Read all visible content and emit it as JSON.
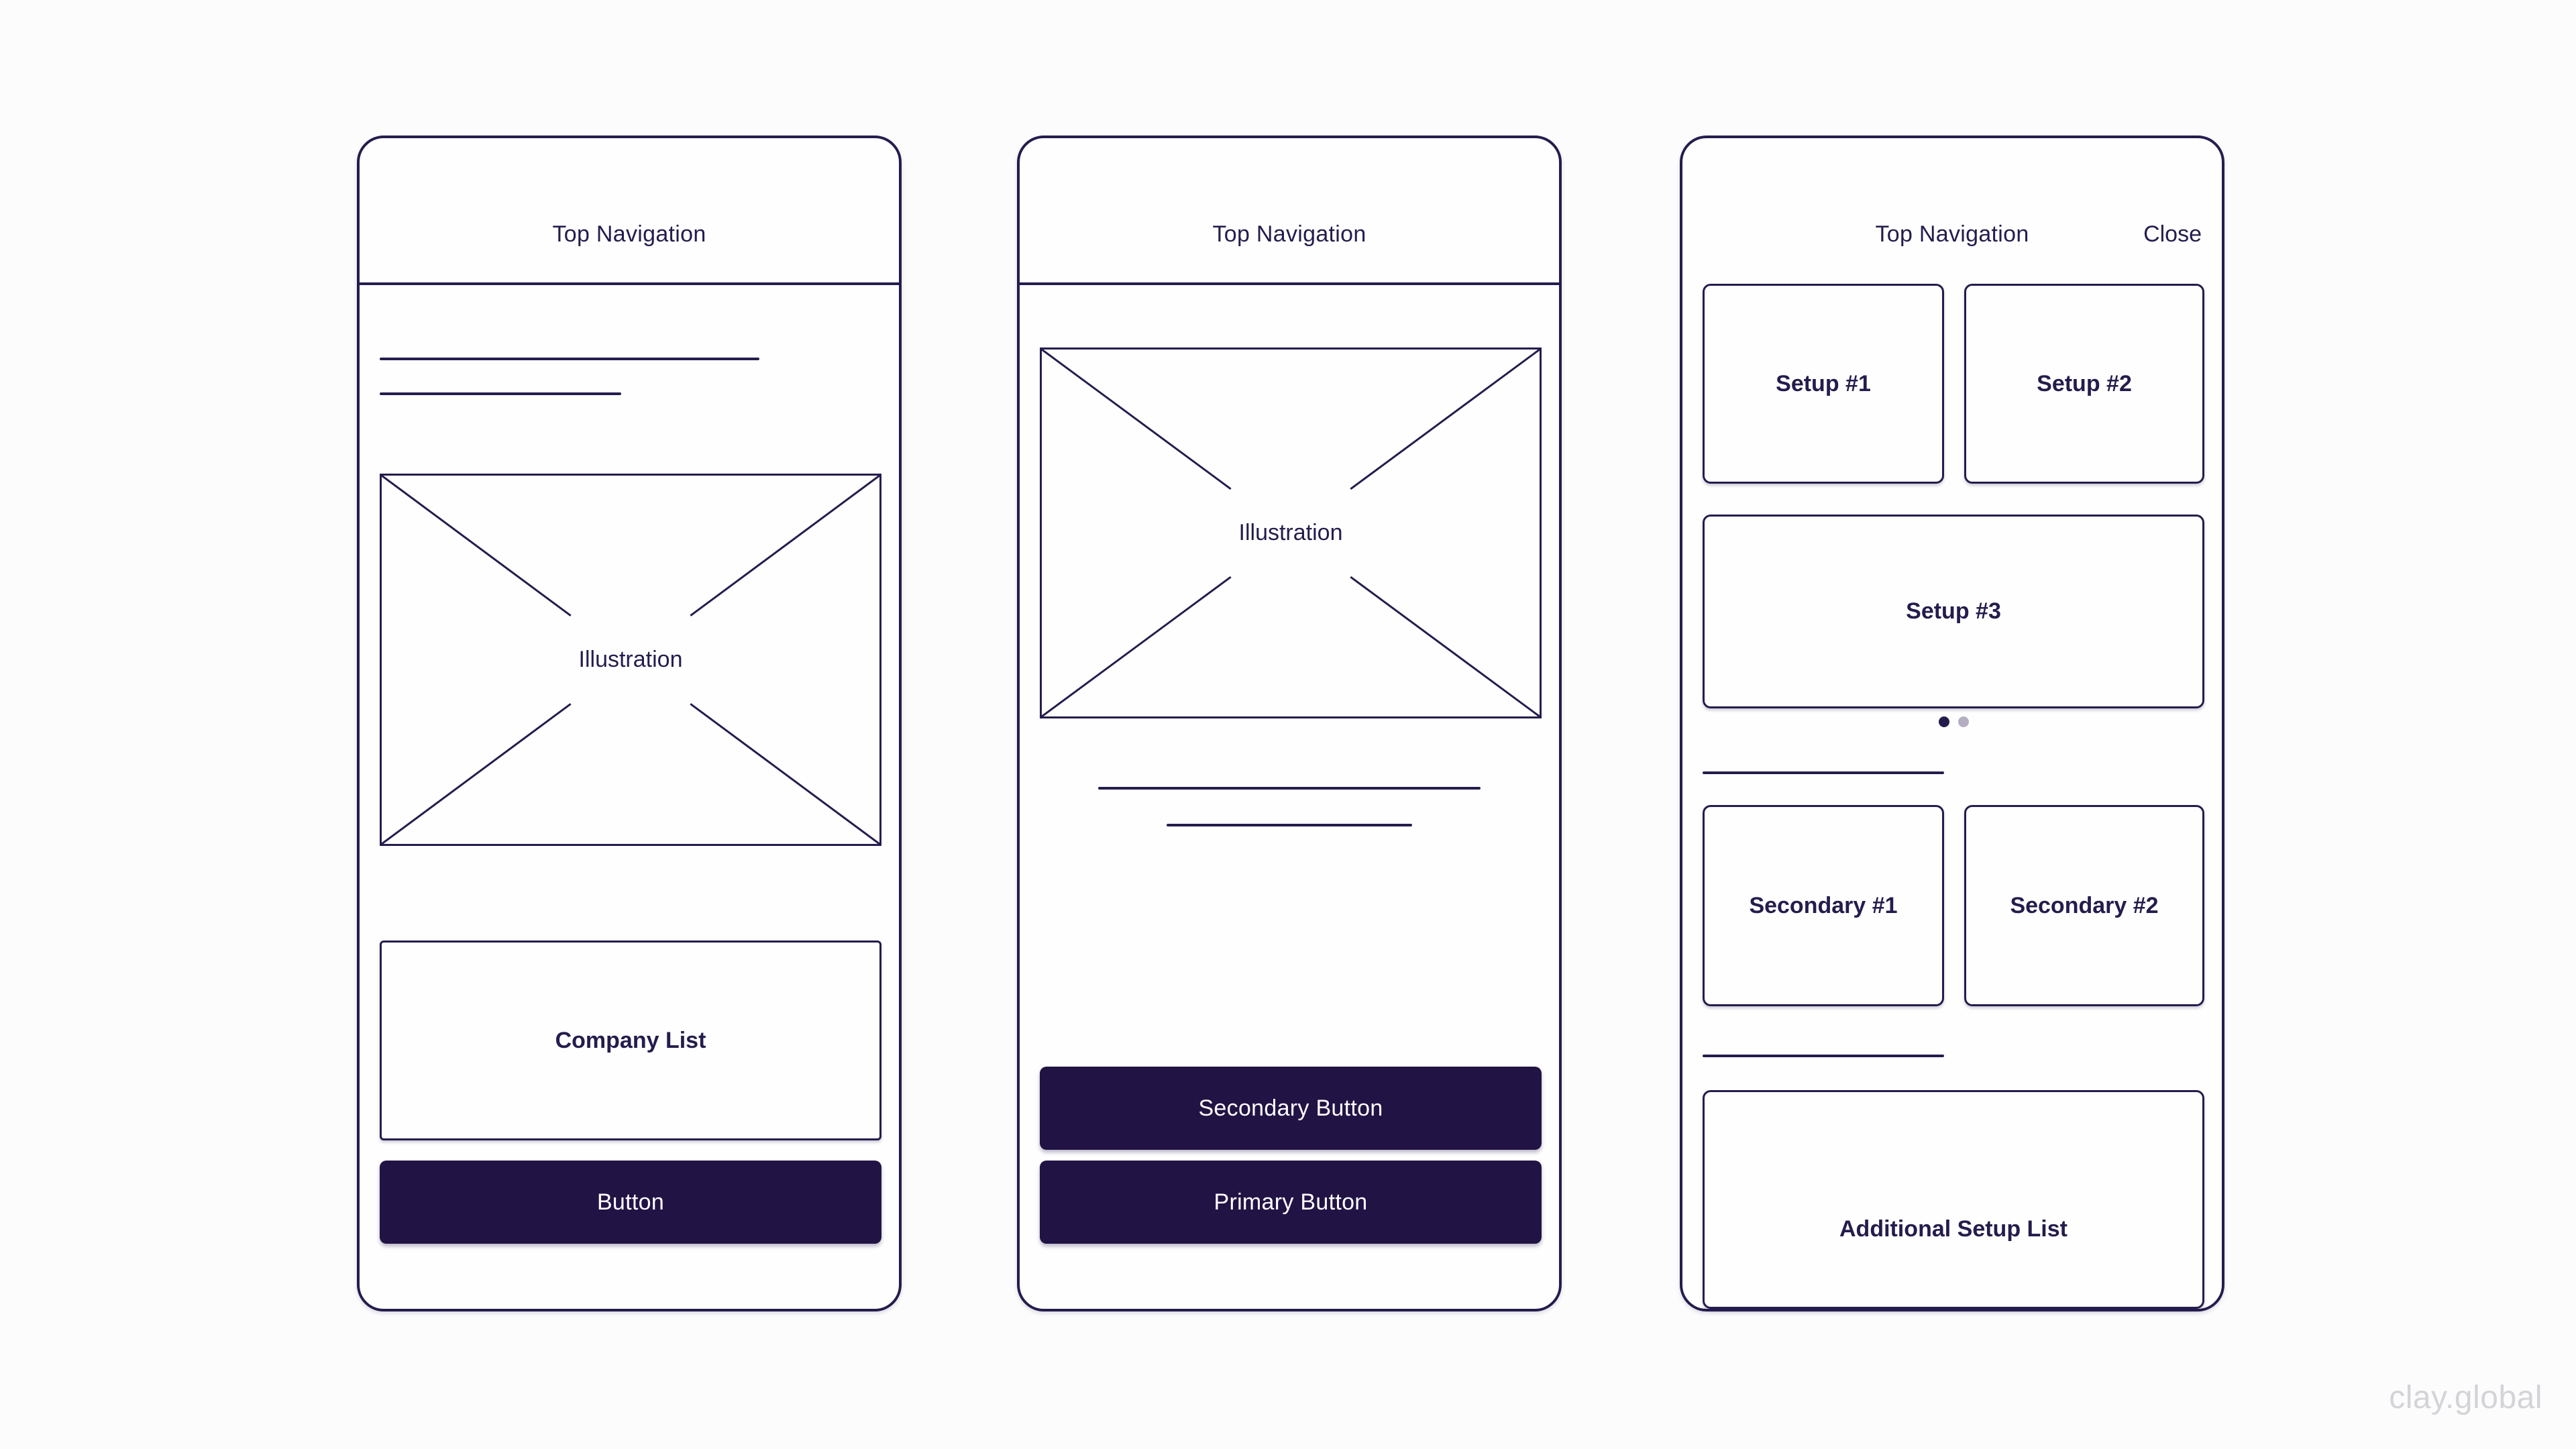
{
  "page": {
    "watermark": "clay.global"
  },
  "colors": {
    "ink": "#251c4d",
    "button_bg": "#221345",
    "button_text": "#ffffff",
    "dot_active": "#251c4d",
    "dot_inactive": "#b5aec3",
    "watermark": "#d3d3d8",
    "page_bg": "#fcfcfd",
    "frame_bg": "#fefefe"
  },
  "screens": [
    {
      "nav": {
        "title": "Top Navigation"
      },
      "illustration": {
        "label": "Illustration"
      },
      "company_list": {
        "label": "Company List"
      },
      "button": {
        "label": "Button"
      }
    },
    {
      "nav": {
        "title": "Top Navigation"
      },
      "illustration": {
        "label": "Illustration"
      },
      "buttons": [
        {
          "label": "Secondary Button"
        },
        {
          "label": "Primary Button"
        }
      ]
    },
    {
      "nav": {
        "title": "Top Navigation",
        "close_label": "Close"
      },
      "setup_cards": [
        {
          "label": "Setup #1"
        },
        {
          "label": "Setup #2"
        },
        {
          "label": "Setup #3"
        }
      ],
      "carousel": {
        "dot_count": 2,
        "active_index": 0
      },
      "secondary_cards": [
        {
          "label": "Secondary #1"
        },
        {
          "label": "Secondary #2"
        }
      ],
      "additional": {
        "label": "Additional Setup List"
      }
    }
  ]
}
